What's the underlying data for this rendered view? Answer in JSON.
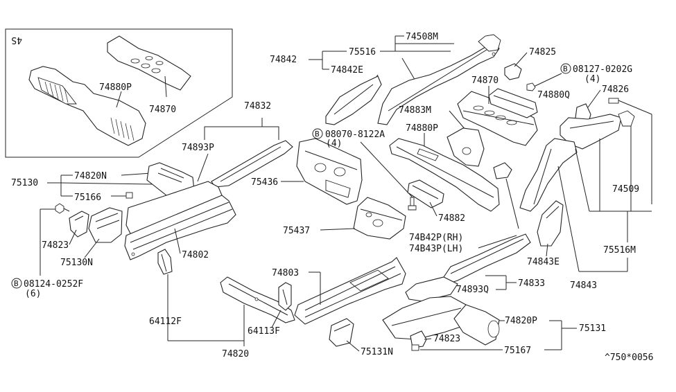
{
  "inset_label": "4S",
  "footer_code": "^750*0056",
  "labels": {
    "p74880P_inset": "74880P",
    "p74870_inset": "74870",
    "p74832": "74832",
    "p74893P": "74893P",
    "p74820N": "74820N",
    "p75130": "75130",
    "p75166": "75166",
    "p74823_left": "74823",
    "p75130N": "75130N",
    "p74802": "74802",
    "bolt_08124": "08124-0252F",
    "qty_6": "(6)",
    "p64112F": "64112F",
    "p74820": "74820",
    "p64113F": "64113F",
    "p74803": "74803",
    "p75436": "75436",
    "p75437": "75437",
    "bolt_08070": "08070-8122A",
    "qty_4a": "(4)",
    "p74842": "74842",
    "p75516": "75516",
    "p74508M": "74508M",
    "p74842E": "74842E",
    "p74825": "74825",
    "bolt_08127": "08127-0202G",
    "qty_4b": "(4)",
    "p74870": "74870",
    "p74880Q": "74880Q",
    "p74826": "74826",
    "p74883M": "74883M",
    "p74880P": "74880P",
    "p74882": "74882",
    "p74B42P": "74B42P(RH)",
    "p74B43P": "74B43P(LH)",
    "p74509": "74509",
    "p75516M": "75516M",
    "p74843E": "74843E",
    "p74843": "74843",
    "p74833": "74833",
    "p74893Q": "74893Q",
    "p74820P": "74820P",
    "p75131": "75131",
    "p74823_right": "74823",
    "p75167": "75167",
    "p75131N": "75131N"
  }
}
